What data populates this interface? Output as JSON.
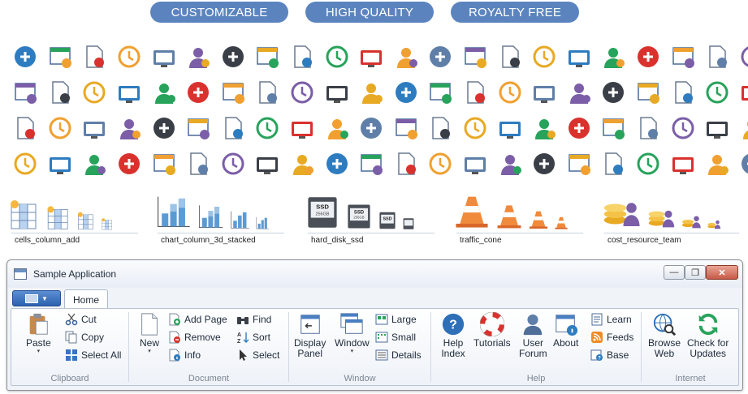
{
  "header": {
    "pills": [
      "CUSTOMIZABLE",
      "HIGH QUALITY",
      "ROYALTY FREE"
    ]
  },
  "colors": {
    "pill": "#5b84bf",
    "accent_blue": "#2e7cc0",
    "accent_green": "#27a35b",
    "accent_red": "#d9322e",
    "accent_orange": "#f0a030"
  },
  "icon_grid": {
    "rows": [
      [
        "add-icon",
        "email-contact-add-icon",
        "alarm-clock-delete-icon",
        "bell-info-icon",
        "window-user-icon",
        "window-layout-user-icon",
        "document-check-icon",
        "document-users-icon",
        "download-icon",
        "book-pen-icon",
        "calculator-icon",
        "calendar-search-icon",
        "globe-search-icon",
        "undo-icon",
        "link-error-icon",
        "mail-forward-icon",
        "mail-open-users-icon",
        "arrow-right-circle-icon",
        "printer-monitor-icon",
        "user-heart-icon",
        "user-help-icon",
        "coins-refresh-icon"
      ],
      [
        "clipboard-new-icon",
        "block-icon",
        "arrow-right-icon",
        "calendar-icon",
        "clock-warning-icon",
        "folder-back-icon",
        "cloud-error-icon",
        "message-list-icon",
        "monitor-globe-icon",
        "monitors-delete-icon",
        "database-gear-icon",
        "database-info-icon",
        "save-floppy-icon",
        "monitor-add-icon",
        "rss-add-icon",
        "shield-refresh-icon",
        "shield-check-icon",
        "smiley-icon",
        "equalizer-icon",
        "monitor-icon",
        "cpu-info-icon",
        "fan-icon"
      ],
      [
        "document-help-icon",
        "printer-document-icon",
        "documents-new-icon",
        "window-delete-icon",
        "heart-add-icon",
        "search-icon",
        "folder-delete-icon",
        "folder-refresh-icon",
        "calendar-day-icon",
        "gear-delete-icon",
        "globe-icon",
        "history-clock-icon",
        "spell-check-icon",
        "window-remove-icon",
        "compress-icon",
        "trash-window-icon",
        "users-team-icon",
        "printer-check-icon",
        "delete-circle-icon",
        "fingerprint-scan-icon",
        "map-location-icon",
        "car-icon"
      ],
      [
        "dictionary-flag-icon",
        "flag-argentina-icon",
        "flag-eu-icon",
        "gears-info-icon",
        "barrel-icon",
        "crane-icon",
        "sound-mute-icon",
        "speaker-info-icon",
        "thumbs-up-icon",
        "newspaper-icon",
        "mail-form-icon",
        "window-add-icon",
        "bug-icon",
        "download-tray-icon",
        "lab-flask-icon",
        "businessman-icon",
        "worker-icon",
        "warehouse-icon",
        "excavator-icon",
        "soccer-ball-icon",
        "heart-pulse-icon",
        "money-stack-icon"
      ]
    ]
  },
  "size_demos": [
    {
      "label": "cells_column_add",
      "icon": "table-add-icon"
    },
    {
      "label": "chart_column_3d_stacked",
      "icon": "chart-3d-icon"
    },
    {
      "label": "hard_disk_ssd",
      "icon": "ssd-icon",
      "badge": "SSD",
      "capacity": "256GB"
    },
    {
      "label": "traffic_cone",
      "icon": "traffic-cone-icon"
    },
    {
      "label": "cost_resource_team",
      "icon": "coins-team-icon"
    }
  ],
  "app": {
    "title": "Sample Application",
    "window_buttons": {
      "minimize": "—",
      "maximize": "❐",
      "close": "✕"
    },
    "file_menu_arrow": "▼",
    "tab": "Home",
    "dropdown_arrow": "▾",
    "groups": {
      "clipboard": {
        "label": "Clipboard",
        "paste": "Paste",
        "cut": "Cut",
        "copy": "Copy",
        "select_all": "Select All"
      },
      "document": {
        "label": "Document",
        "new": "New",
        "add_page": "Add Page",
        "remove": "Remove",
        "info": "Info",
        "find": "Find",
        "sort": "Sort",
        "select": "Select"
      },
      "window": {
        "label": "Window",
        "display_panel": [
          "Display",
          "Panel"
        ],
        "window": "Window",
        "large": "Large",
        "small": "Small",
        "details": "Details"
      },
      "help": {
        "label": "Help",
        "help_index": [
          "Help",
          "Index"
        ],
        "tutorials": "Tutorials",
        "user_forum": [
          "User",
          "Forum"
        ],
        "about": "About",
        "learn": "Learn",
        "feeds": "Feeds",
        "base": "Base"
      },
      "internet": {
        "label": "Internet",
        "browse_web": [
          "Browse",
          "Web"
        ],
        "check_updates": [
          "Check for",
          "Updates"
        ]
      }
    }
  }
}
